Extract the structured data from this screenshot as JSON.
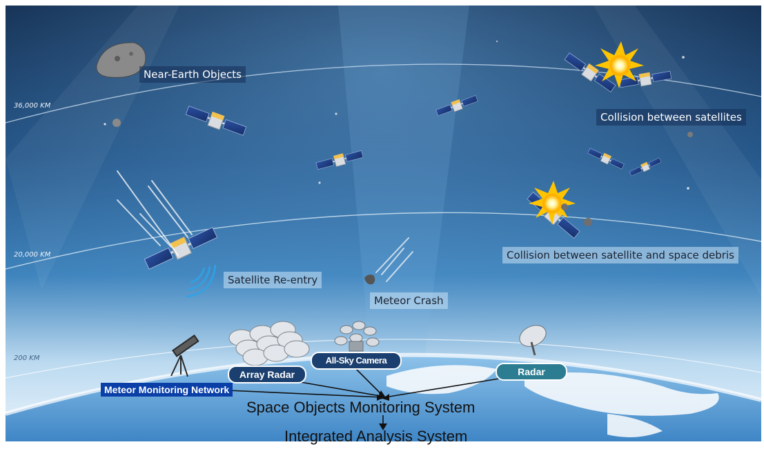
{
  "colors": {
    "sky_top": "#0a2142",
    "sky_mid": "#2d6aa0",
    "horizon": "#dcecf8",
    "earth": "#5b9fd6",
    "pill_dark": "#1b3f6e",
    "pill_teal": "#2c7d92",
    "network_box": "#0a3fa8"
  },
  "altitudes": {
    "geo": "36,000 KM",
    "meo": "20,000 KM",
    "leo": "200 KM"
  },
  "events": {
    "neo": "Near-Earth Objects",
    "collision_sats": "Collision between satellites",
    "collision_debris": "Collision between satellite and space debris",
    "reentry": "Satellite Re-entry",
    "meteor": "Meteor Crash"
  },
  "sensors": {
    "array_radar": "Array Radar",
    "allsky": "All-Sky Camera",
    "radar": "Radar",
    "meteor_network": "Meteor Monitoring Network"
  },
  "systems": {
    "monitoring": "Space Objects Monitoring System",
    "analysis": "Integrated Analysis System"
  },
  "icons": [
    "asteroid-icon",
    "satellite-icon",
    "explosion-icon",
    "meteor-icon",
    "radio-wave-icon",
    "telescope-icon",
    "radar-dish-icon",
    "camera-array-icon"
  ]
}
